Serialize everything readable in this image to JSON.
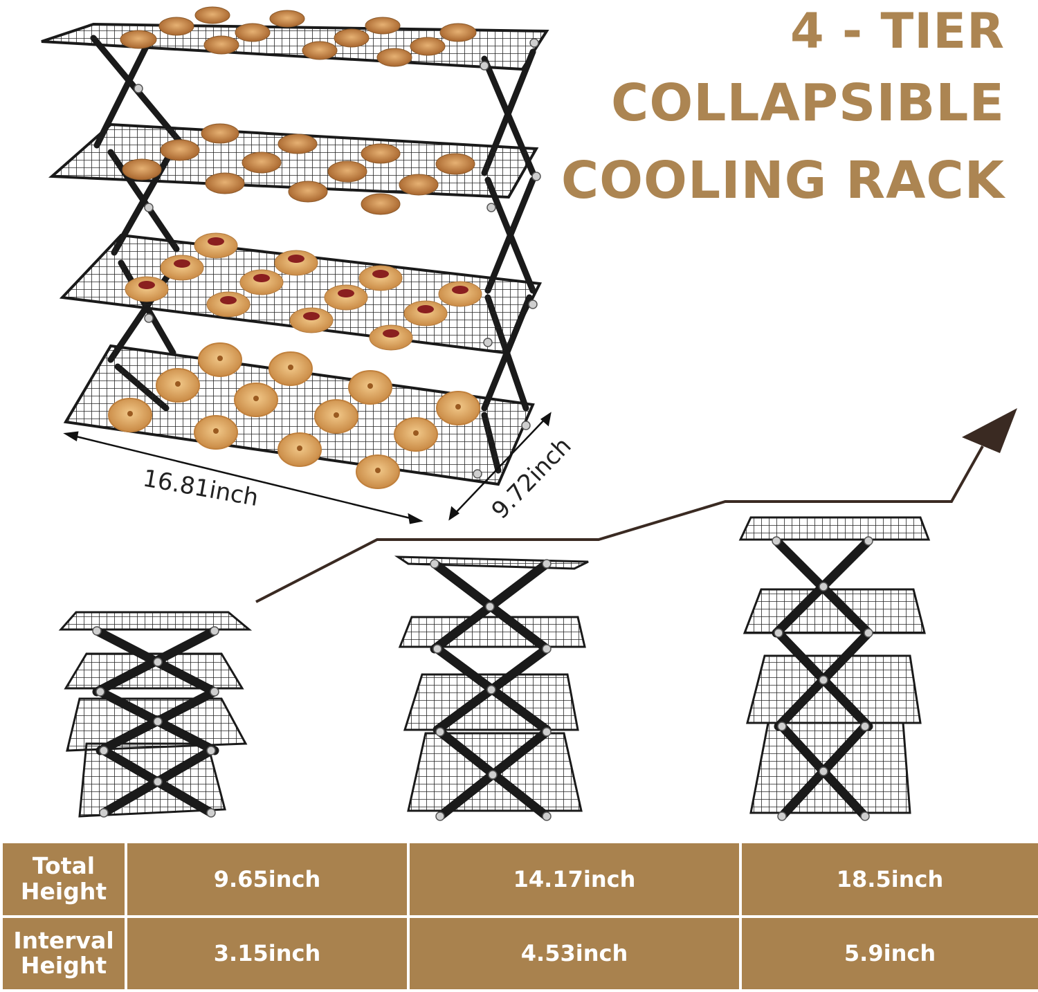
{
  "title": {
    "line1": "4 - TIER",
    "line2": "COLLAPSIBLE",
    "line3": "COOLING RACK"
  },
  "dimensions": {
    "length": "16.81inch",
    "width": "9.72inch"
  },
  "colors": {
    "accent": "#AC8552",
    "table_bg": "#A9824E",
    "rack": "#1a1a1a",
    "arrow": "#3a2a22"
  },
  "specs": {
    "rows": [
      {
        "label_line1": "Total",
        "label_line2": "Height",
        "values": [
          "9.65inch",
          "14.17inch",
          "18.5inch"
        ]
      },
      {
        "label_line1": "Interval",
        "label_line2": "Height",
        "values": [
          "3.15inch",
          "4.53inch",
          "5.9inch"
        ]
      }
    ]
  }
}
